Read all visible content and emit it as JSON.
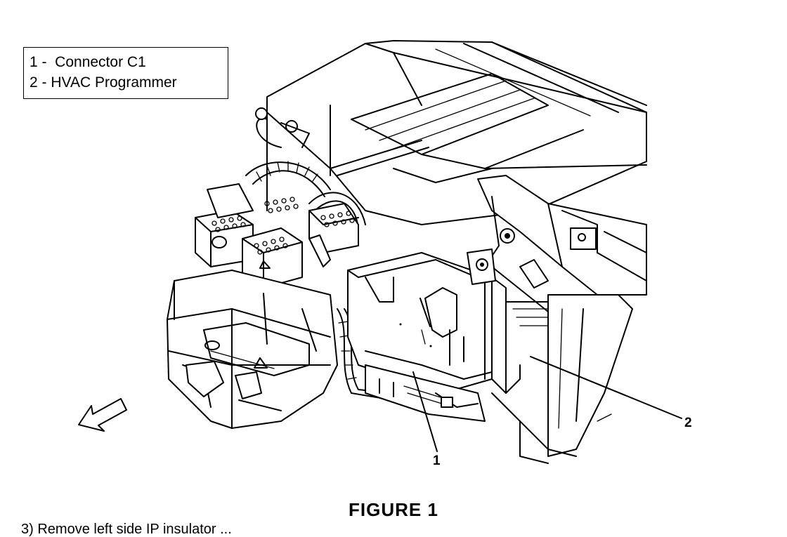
{
  "legend": {
    "items": [
      {
        "label": "1 -  Connector C1"
      },
      {
        "label": "2 - HVAC Programmer"
      }
    ]
  },
  "callouts": {
    "connector": "1",
    "programmer": "2"
  },
  "caption": "FIGURE 1",
  "cutoff_text": "3)   Remove left side IP insulator ..."
}
